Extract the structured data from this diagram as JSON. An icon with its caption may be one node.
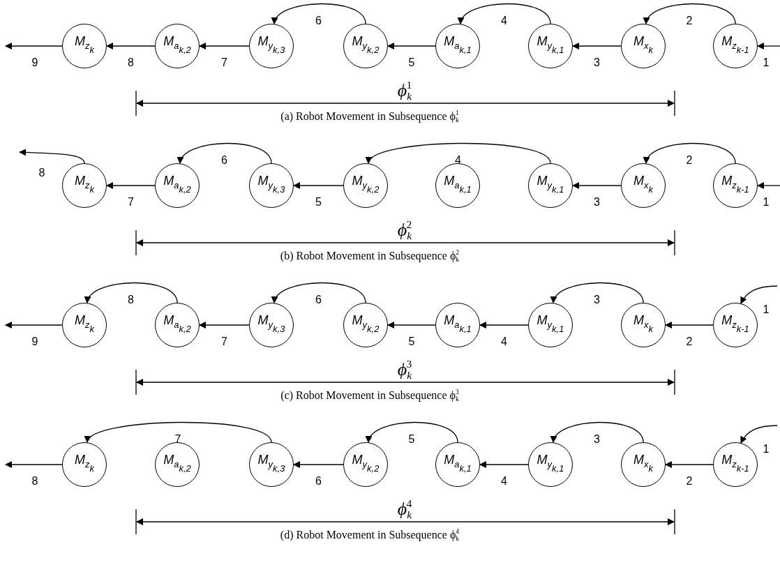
{
  "diagram": {
    "nodes": [
      {
        "text": [
          "M$_{z}$$_{k}$"
        ]
      },
      {
        "text": [
          "M$_{a}$$_{k,2}$"
        ]
      },
      {
        "text": [
          "M$_{y}$$_{k,3}$"
        ]
      },
      {
        "text": [
          "M$_{y}$$_{k,2}$"
        ]
      },
      {
        "text": [
          "M$_{a}$$_{k,1}$"
        ]
      },
      {
        "text": [
          "M$_{y}$$_{k,1}$"
        ]
      },
      {
        "text": [
          "M$_{x}$$_{k}$"
        ]
      },
      {
        "text": [
          "M$_{z}$$_{k-1}$"
        ]
      },
      {
        "text": [
          "M$_{z}$$_{k}$"
        ]
      },
      {
        "text": [
          "M$_{a}$$_{k,2}$"
        ]
      },
      {
        "text": [
          "M$_{y}$$_{k,3}$"
        ]
      },
      {
        "text": [
          "M$_{y}$$_{k,2}$"
        ]
      },
      {
        "text": [
          "M$_{a}$$_{k,1}$"
        ]
      },
      {
        "text": [
          "M$_{y}$$_{k,1}$"
        ]
      },
      {
        "text": [
          "M$_{x}$$_{k}$"
        ]
      },
      {
        "text": [
          "M$_{z}$$_{k-1}$"
        ]
      },
      {
        "text": [
          "M$_{z}$$_{k}$"
        ]
      },
      {
        "text": [
          "M$_{a}$$_{k,2}$"
        ]
      },
      {
        "text": [
          "M$_{y}$$_{k,3}$"
        ]
      },
      {
        "text": [
          "M$_{y}$$_{k,2}$"
        ]
      },
      {
        "text": [
          "M$_{a}$$_{k,1}$"
        ]
      },
      {
        "text": [
          "M$_{y}$$_{k,1}$"
        ]
      },
      {
        "text": [
          "M$_{x}$$_{k}$"
        ]
      },
      {
        "text": [
          "M$_{z}$$_{k-1}$"
        ]
      },
      {
        "text": [
          "M$_{z}$$_{k}$"
        ]
      },
      {
        "text": [
          "M$_{a}$$_{k,2}$"
        ]
      },
      {
        "text": [
          "M$_{y}$$_{k,3}$"
        ]
      },
      {
        "text": [
          "M$_{y}$$_{k,2}$"
        ]
      },
      {
        "text": [
          "M$_{a}$$_{k,1}$"
        ]
      },
      {
        "text": [
          "M$_{y}$$_{k,1}$"
        ]
      },
      {
        "text": [
          "M$_{x}$$_{k}$"
        ]
      },
      {
        "text": [
          "M$_{z}$$_{k-1}$"
        ]
      }
    ],
    "edges": [
      {
        "from": null,
        "to": 7,
        "arrow": "to",
        "label": "1"
      },
      {
        "from": 7,
        "to": 6,
        "arrow": "to",
        "label": "2"
      },
      {
        "from": 6,
        "to": 5,
        "arrow": "to",
        "label": "3"
      },
      {
        "from": 5,
        "to": 4,
        "arrow": "to",
        "label": "4"
      },
      {
        "from": 4,
        "to": 3,
        "arrow": "to",
        "label": "5"
      },
      {
        "from": 3,
        "to": 2,
        "arrow": "to",
        "label": "6"
      },
      {
        "from": 2,
        "to": 1,
        "arrow": "to",
        "label": "7"
      },
      {
        "from": 1,
        "to": 0,
        "arrow": "to",
        "label": "8"
      },
      {
        "from": 0,
        "to": null,
        "arrow": "to",
        "label": "9"
      },
      {
        "from": null,
        "to": 15,
        "arrow": "to",
        "label": "1"
      },
      {
        "from": 15,
        "to": 14,
        "arrow": "to",
        "label": "2"
      },
      {
        "from": 14,
        "to": 13,
        "arrow": "to",
        "label": "3"
      },
      {
        "from": 13,
        "to": 11,
        "arrow": "to",
        "label": "4"
      },
      {
        "from": 11,
        "to": 10,
        "arrow": "to",
        "label": "5"
      },
      {
        "from": 10,
        "to": 9,
        "arrow": "to",
        "label": "6"
      },
      {
        "from": 9,
        "to": 8,
        "arrow": "to",
        "label": "7"
      },
      {
        "from": 8,
        "to": null,
        "arrow": "to",
        "label": "8"
      },
      {
        "from": null,
        "to": 23,
        "arrow": "to",
        "label": "1"
      },
      {
        "from": 23,
        "to": 22,
        "arrow": "to",
        "label": "2"
      },
      {
        "from": 22,
        "to": 21,
        "arrow": "to",
        "label": "3"
      },
      {
        "from": 21,
        "to": 20,
        "arrow": "to",
        "label": "4"
      },
      {
        "from": 20,
        "to": 19,
        "arrow": "to",
        "label": "5"
      },
      {
        "from": 19,
        "to": 18,
        "arrow": "to",
        "label": "6"
      },
      {
        "from": 18,
        "to": 17,
        "arrow": "to",
        "label": "7"
      },
      {
        "from": 17,
        "to": 16,
        "arrow": "to",
        "label": "8"
      },
      {
        "from": 16,
        "to": null,
        "arrow": "to",
        "label": "9"
      },
      {
        "from": null,
        "to": 31,
        "arrow": "to",
        "label": "1"
      },
      {
        "from": 31,
        "to": 30,
        "arrow": "to",
        "label": "2"
      },
      {
        "from": 30,
        "to": 29,
        "arrow": "to",
        "label": "3"
      },
      {
        "from": 29,
        "to": 28,
        "arrow": "to",
        "label": "4"
      },
      {
        "from": 28,
        "to": 27,
        "arrow": "to",
        "label": "5"
      },
      {
        "from": 27,
        "to": 26,
        "arrow": "to",
        "label": "6"
      },
      {
        "from": 26,
        "to": 24,
        "arrow": "to",
        "label": "7"
      },
      {
        "from": 24,
        "to": null,
        "arrow": "to",
        "label": "8"
      }
    ],
    "labels": [
      "ϕ$_{k}$$^{1}$",
      "(a) Robot Movement in Subsequence ϕ$_{k}$$^{1}$",
      "ϕ$_{k}$$^{2}$",
      "(b) Robot Movement in Subsequence ϕ$_{k}$$^{2}$",
      "ϕ$_{k}$$^{3}$",
      "(c) Robot Movement in Subsequence ϕ$_{k}$$^{3}$",
      "ϕ$_{k}$$^{4}$",
      "(d) Robot Movement in Subsequence ϕ$_{k}$$^{4}$"
    ]
  }
}
